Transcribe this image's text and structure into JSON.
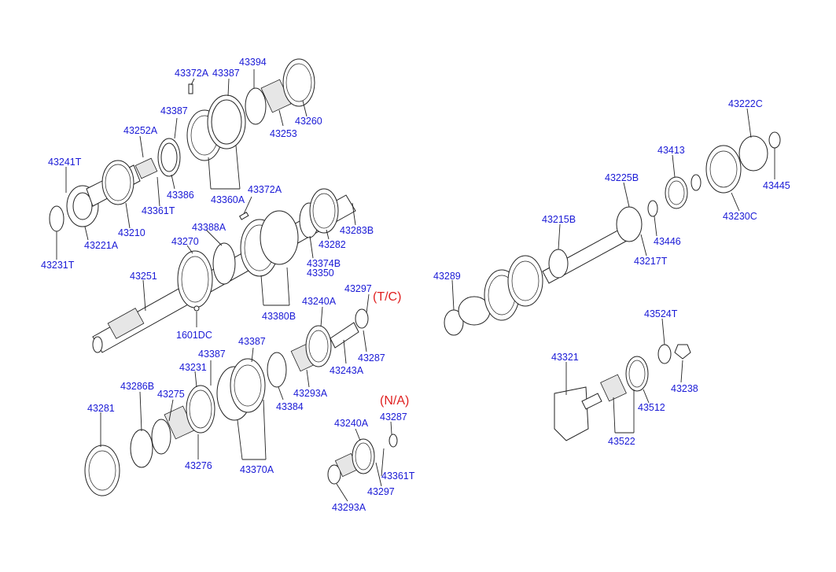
{
  "callouts": {
    "p43372A_a": "43372A",
    "p43387_a": "43387",
    "p43394": "43394",
    "p43387_b": "43387",
    "p43260": "43260",
    "p43253": "43253",
    "p43252A": "43252A",
    "p43241T": "43241T",
    "p43386": "43386",
    "p43361T_a": "43361T",
    "p43360A": "43360A",
    "p43210": "43210",
    "p43221A": "43221A",
    "p43231T": "43231T",
    "p43372A_b": "43372A",
    "p43388A": "43388A",
    "p43270": "43270",
    "p43283B": "43283B",
    "p43282": "43282",
    "p43374B": "43374B",
    "p43350": "43350",
    "p43251": "43251",
    "p43380B": "43380B",
    "p1601DC": "1601DC",
    "p43297_a": "43297",
    "p43240A_a": "43240A",
    "p43287_a": "43287",
    "p43243A": "43243A",
    "p43231": "43231",
    "p43387_c": "43387",
    "p43387_d": "43387",
    "p43286B": "43286B",
    "p43275": "43275",
    "p43293A_a": "43293A",
    "p43384": "43384",
    "p43281": "43281",
    "p43276": "43276",
    "p43370A": "43370A",
    "p43240A_b": "43240A",
    "p43287_b": "43287",
    "p43361T_b": "43361T",
    "p43297_b": "43297",
    "p43293A_b": "43293A",
    "p43222C": "43222C",
    "p43413": "43413",
    "p43225B": "43225B",
    "p43445": "43445",
    "p43230C": "43230C",
    "p43215B": "43215B",
    "p43446": "43446",
    "p43217T": "43217T",
    "p43289": "43289",
    "p43524T": "43524T",
    "p43321": "43321",
    "p43238": "43238",
    "p43512": "43512",
    "p43522": "43522"
  },
  "variant_tags": {
    "tc": "(T/C)",
    "na": "(N/A)"
  },
  "colors": {
    "label": "#1a1ad6",
    "variant": "#e02020",
    "line": "#222222"
  }
}
